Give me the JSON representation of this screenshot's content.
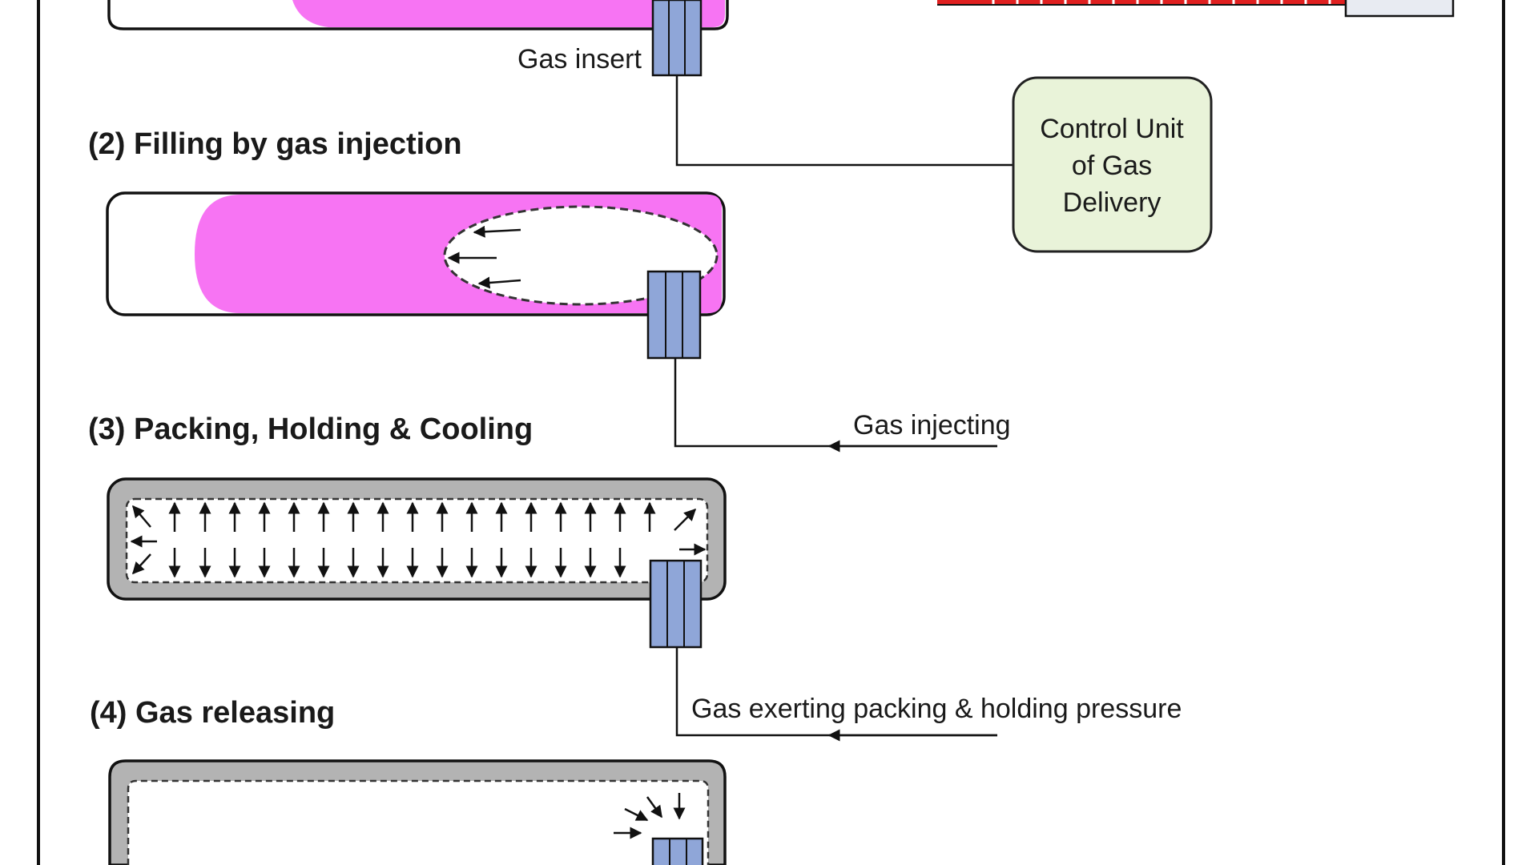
{
  "steps": {
    "step2": "(2) Filling by gas injection",
    "step3": "(3) Packing, Holding & Cooling",
    "step4": "(4) Gas releasing"
  },
  "labels": {
    "gas_insert": "Gas insert",
    "gas_injecting": "Gas injecting",
    "gas_exerting": "Gas exerting packing & holding pressure"
  },
  "control_unit": {
    "line1": "Control Unit",
    "line2": "of Gas",
    "line3": "Delivery"
  },
  "colors": {
    "melt": "#f774f3",
    "insert": "#8fa6d8",
    "control_unit_fill": "#e9f3d9",
    "solid_part": "#b3b3b3",
    "barrel_red": "#e02020"
  }
}
